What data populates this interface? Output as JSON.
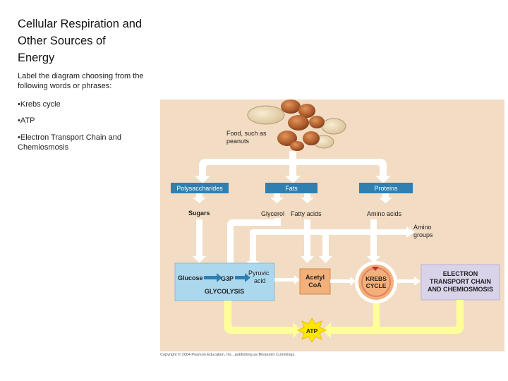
{
  "slide": {
    "title_line1": "Cellular Respiration and",
    "title_line2": "Other Sources of",
    "title_line3": "Energy",
    "instruction_line1": "Label the diagram choosing from the",
    "instruction_line2": "following words or phrases:",
    "bullets": [
      "•Krebs cycle",
      "•ATP",
      "•Electron Transport Chain and",
      "Chemiosmosis"
    ]
  },
  "diagram": {
    "food_line1": "Food, such as",
    "food_line2": "peanuts",
    "polysaccharides": "Polysaccharides",
    "fats": "Fats",
    "proteins": "Proteins",
    "sugars": "Sugars",
    "glycerol": "Glycerol",
    "fatty_acids": "Fatty acids",
    "amino_acids": "Amino acids",
    "amino_groups_line1": "Amino",
    "amino_groups_line2": "groups",
    "glucose": "Glucose",
    "g3p": "G3P",
    "pyruvic_line1": "Pyruvic",
    "pyruvic_line2": "acid",
    "glycolysis": "GLYCOLYSIS",
    "acetyl_line1": "Acetyl",
    "acetyl_line2": "CoA",
    "krebs_line1": "KREBS",
    "krebs_line2": "CYCLE",
    "etc_line1": "ELECTRON",
    "etc_line2": "TRANSPORT CHAIN",
    "etc_line3": "AND CHEMIOSMOSIS",
    "atp": "ATP",
    "copyright": "Copyright © 2004 Pearson Education, Inc., publishing as Benjamin Cummings."
  },
  "colors": {
    "figure_bg": "#f3dcc4",
    "flow_arrow": "#ffffff",
    "blue_box": "#2f7fb0",
    "glycolysis_box": "#acd8ee",
    "acetyl_box": "#f2b07a",
    "etc_box": "#d9d3ea",
    "atp_path": "#ffff99",
    "atp_star": "#ffe600"
  }
}
